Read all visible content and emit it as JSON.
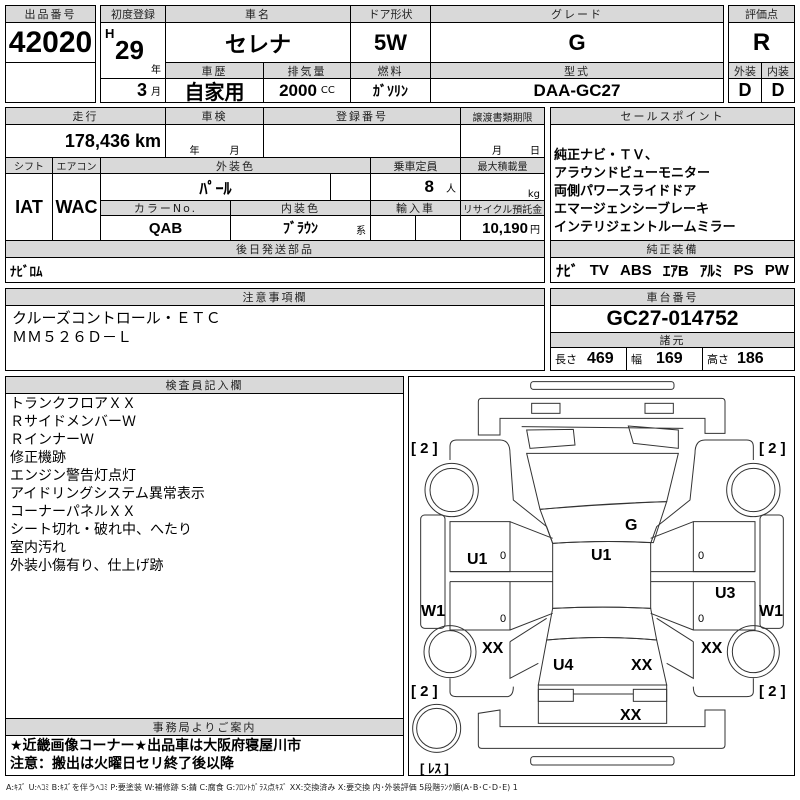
{
  "lot": {
    "label": "出品番号",
    "value": "42020"
  },
  "reg": {
    "label": "初度登録",
    "era": "H",
    "year": "29",
    "year_unit": "年",
    "month": "3",
    "month_unit": "月"
  },
  "car_name": {
    "label": "車名",
    "value": "セレナ"
  },
  "doors": {
    "label": "ドア形状",
    "value": "5W"
  },
  "grade": {
    "label": "グレード",
    "value": "G"
  },
  "history": {
    "label": "車歴",
    "value": "自家用"
  },
  "displacement": {
    "label": "排気量",
    "value": "2000",
    "unit": "CC"
  },
  "fuel": {
    "label": "燃料",
    "value": "ｶﾞｿﾘﾝ"
  },
  "model": {
    "label": "型式",
    "value": "DAA-GC27"
  },
  "score": {
    "label": "評価点",
    "value": "R",
    "ext_label": "外装",
    "int_label": "内装",
    "ext": "D",
    "int": "D"
  },
  "mileage": {
    "label": "走行",
    "value": "178,436",
    "unit": "km"
  },
  "inspection": {
    "label": "車検",
    "year_unit": "年",
    "month_unit": "月"
  },
  "plate": {
    "label": "登録番号"
  },
  "transfer": {
    "label": "譲渡書類期限",
    "month_unit": "月",
    "day_unit": "日"
  },
  "shift": {
    "label": "シフト",
    "value": "IAT"
  },
  "ac": {
    "label": "エアコン",
    "value": "WAC"
  },
  "ext_color": {
    "label": "外装色",
    "value": "ﾊﾟｰﾙ"
  },
  "capacity": {
    "label": "乗車定員",
    "value": "8",
    "unit": "人"
  },
  "max_load": {
    "label": "最大積載量",
    "unit": "kg"
  },
  "color_no": {
    "label": "カラーNo.",
    "value": "QAB"
  },
  "int_color": {
    "label": "内装色",
    "value": "ﾌﾞﾗｳﾝ",
    "suffix": "系"
  },
  "import": {
    "label": "輸入車"
  },
  "recycle": {
    "label": "リサイクル預託金",
    "value": "10,190",
    "unit": "円"
  },
  "later_parts": {
    "label": "後日発送部品",
    "value": "ﾅﾋﾞﾛﾑ"
  },
  "sales": {
    "label": "セールスポイント",
    "lines": [
      "純正ナビ・ＴＶ、",
      "アラウンドビューモニター",
      "両側パワースライドドア",
      "エマージェンシーブレーキ",
      "インテリジェントルームミラー"
    ]
  },
  "equipment": {
    "label": "純正装備",
    "items": [
      "ﾅﾋﾞ",
      "TV",
      "ABS",
      "ｴｱB",
      "ｱﾙﾐ",
      "PS",
      "PW"
    ]
  },
  "notes": {
    "label": "注意事項欄",
    "lines": [
      "クルーズコントロール・ＥＴＣ",
      "ＭＭ５２６Ｄ－Ｌ"
    ]
  },
  "chassis": {
    "label": "車台番号",
    "value": "GC27-014752"
  },
  "specs": {
    "label": "諸元",
    "length_label": "長さ",
    "length": "469",
    "width_label": "幅",
    "width": "169",
    "height_label": "高さ",
    "height": "186"
  },
  "inspector": {
    "label": "検査員記入欄",
    "lines": [
      "トランクフロアＸＸ",
      "ＲサイドメンバーＷ",
      "ＲインナーＷ",
      "修正機跡",
      "エンジン警告灯点灯",
      "アイドリングシステム異常表示",
      "コーナーパネルＸＸ",
      "シート切れ・破れ中、へたり",
      "室内汚れ",
      "外装小傷有り、仕上げ跡"
    ]
  },
  "office": {
    "label": "事務局よりご案内",
    "lines": [
      "★近畿画像コーナー★出品車は大阪府寝屋川市",
      "注意：搬出は火曜日セリ終了後以降"
    ]
  },
  "diagram": {
    "marks": [
      "G",
      "U1",
      "U1",
      "0",
      "0",
      "0",
      "0",
      "U3",
      "W1",
      "W1",
      "XX",
      "XX",
      "U4",
      "XX",
      "XX"
    ],
    "tires": [
      "[ 2 ]",
      "[ 2 ]",
      "[ 2 ]",
      "[ 2 ]",
      "[ ﾚｽ ]"
    ]
  },
  "legend": "A:ｷｽﾞ U:ﾍｺﾐ B:ｷｽﾞを伴うﾍｺﾐ P:要塗装 W:補修跡 S:錆 C:腐食 G:ﾌﾛﾝﾄｶﾞﾗｽ点ｷｽﾞ XX:交換済み X:要交換 内･外装評価 5段階ﾗﾝｸ順(A･B･C･D･E) 1"
}
